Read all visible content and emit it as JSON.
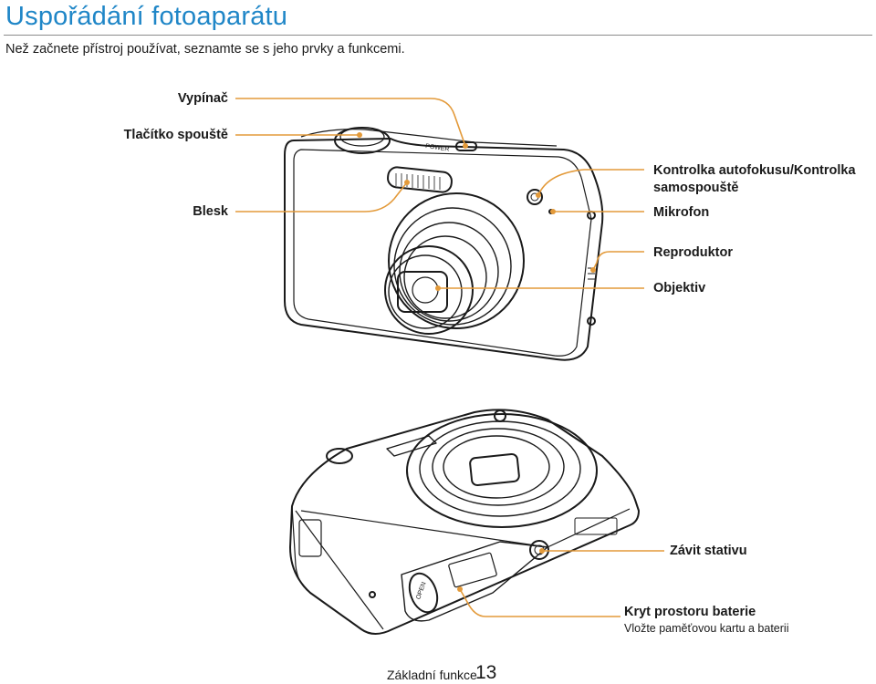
{
  "header": {
    "title": "Uspořádání fotoaparátu",
    "subtitle": "Než začnete přístroj používat, seznamte se s jeho prvky a funkcemi."
  },
  "callouts": {
    "power": "Vypínač",
    "shutter": "Tlačítko spouště",
    "flash": "Blesk",
    "af_lamp_line1": "Kontrolka autofokusu/Kontrolka",
    "af_lamp_line2": "samospouště",
    "microphone": "Mikrofon",
    "speaker": "Reproduktor",
    "lens": "Objektiv",
    "tripod": "Závit stativu",
    "battery_cover": "Kryt prostoru baterie",
    "battery_note": "Vložte paměťovou kartu a baterii"
  },
  "camera_marks": {
    "power_text": "POWER",
    "open_text": "OPEN"
  },
  "footer": {
    "section": "Základní funkce",
    "page": "13"
  },
  "colors": {
    "title": "#1f86c7",
    "leader": "#e39a3a"
  }
}
